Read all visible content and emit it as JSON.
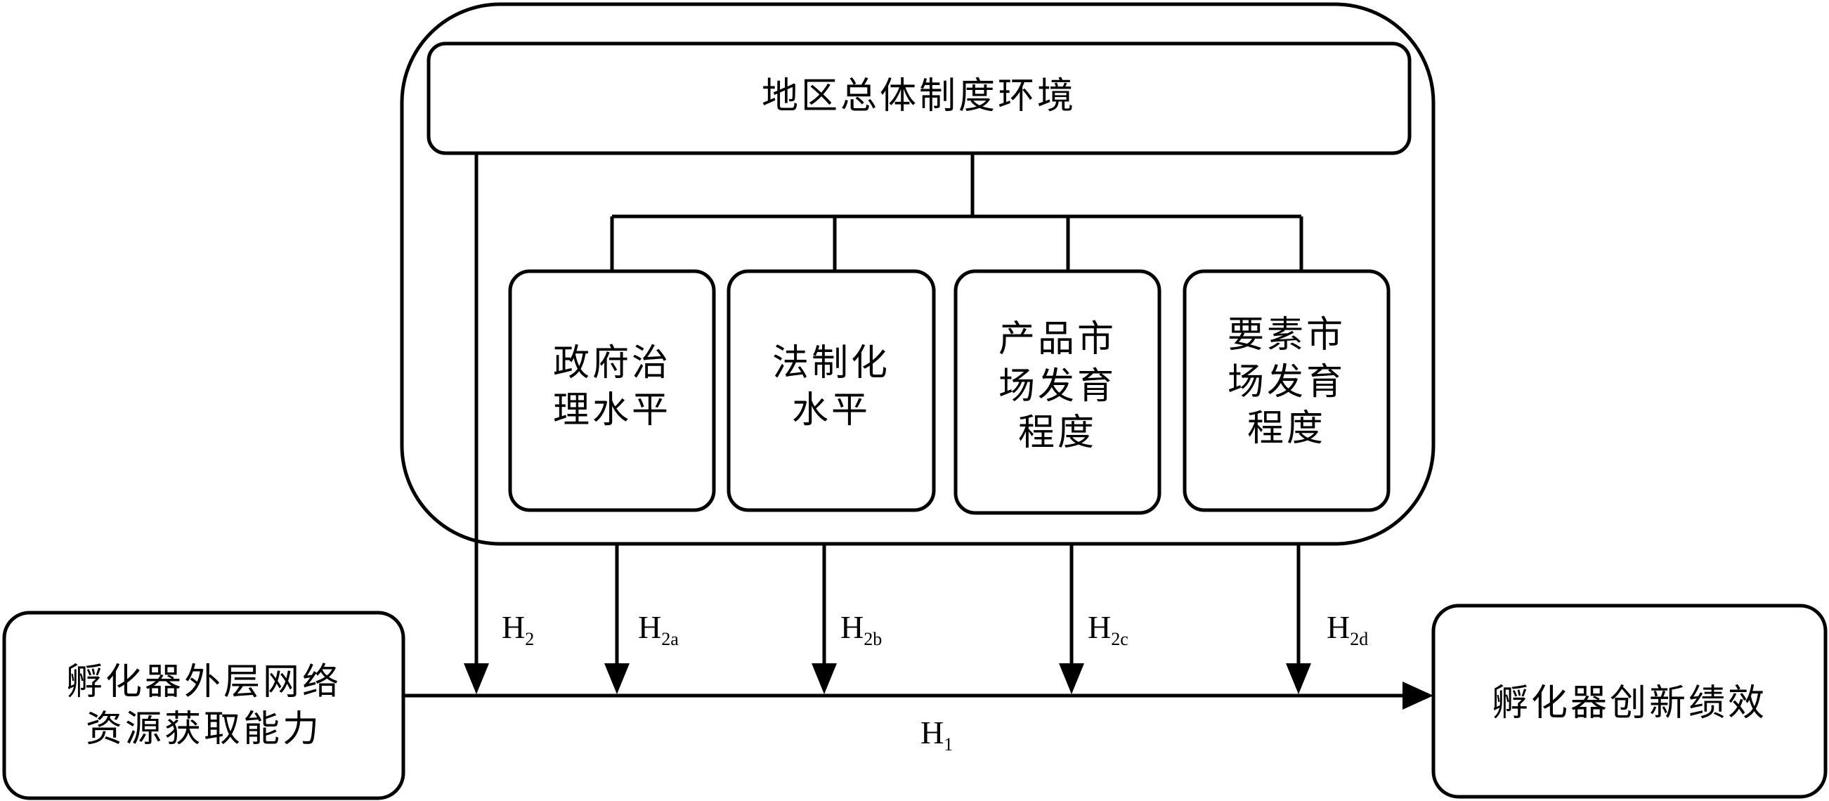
{
  "outer_frame": {
    "top_box": "地区总体制度环境",
    "sub_boxes": [
      {
        "lines": [
          "政府治",
          "理水平"
        ]
      },
      {
        "lines": [
          "法制化",
          "水平"
        ]
      },
      {
        "lines": [
          "产品市",
          "场发育",
          "程度"
        ]
      },
      {
        "lines": [
          "要素市",
          "场发育",
          "程度"
        ]
      }
    ]
  },
  "left_box": {
    "lines": [
      "孵化器外层网络",
      "资源获取能力"
    ]
  },
  "right_box": {
    "label": "孵化器创新绩效"
  },
  "hypotheses": {
    "h1": {
      "base": "H",
      "sub": "1"
    },
    "h2": {
      "base": "H",
      "sub": "2"
    },
    "h2a": {
      "base": "H",
      "sub": "2a"
    },
    "h2b": {
      "base": "H",
      "sub": "2b"
    },
    "h2c": {
      "base": "H",
      "sub": "2c"
    },
    "h2d": {
      "base": "H",
      "sub": "2d"
    }
  }
}
